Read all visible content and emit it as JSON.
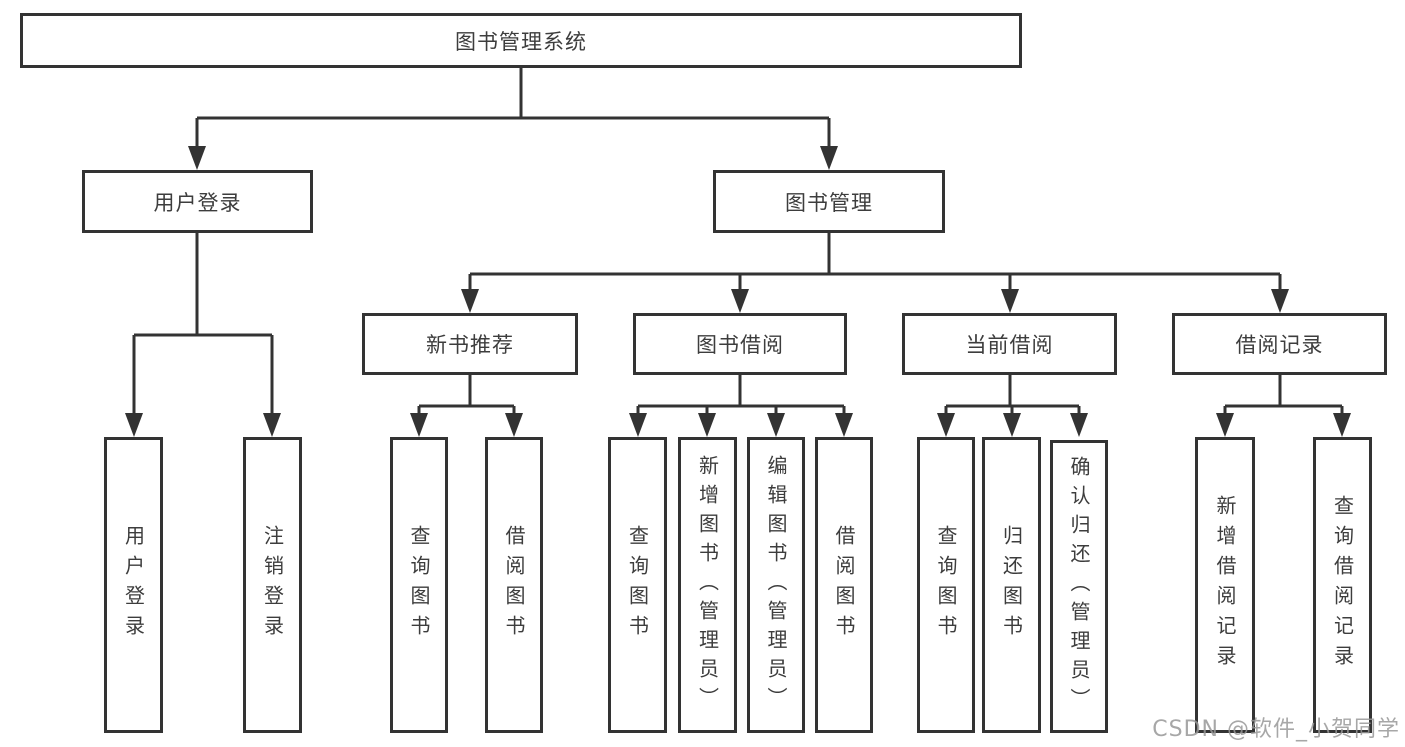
{
  "diagram": {
    "root": {
      "label": "图书管理系统"
    },
    "branches": {
      "user_login": {
        "label": "用户登录",
        "children": {
          "login": "用户登录",
          "logout": "注销登录"
        }
      },
      "book_mgmt": {
        "label": "图书管理",
        "sections": {
          "new_books": {
            "label": "新书推荐",
            "children": {
              "query": "查询图书",
              "borrow": "借阅图书"
            }
          },
          "borrowing": {
            "label": "图书借阅",
            "children": {
              "query": "查询图书",
              "add": "新增图书（管理员）",
              "edit": "编辑图书（管理员）",
              "borrow": "借阅图书"
            }
          },
          "current": {
            "label": "当前借阅",
            "children": {
              "query": "查询图书",
              "return": "归还图书",
              "confirm": "确认归还（管理员）"
            }
          },
          "records": {
            "label": "借阅记录",
            "children": {
              "add": "新增借阅记录",
              "query": "查询借阅记录"
            }
          }
        }
      }
    }
  },
  "watermark": "CSDN @软件_小贺同学",
  "colors": {
    "line": "#333333",
    "text": "#3d3d3d",
    "background": "#ffffff",
    "watermark": "#989898"
  }
}
